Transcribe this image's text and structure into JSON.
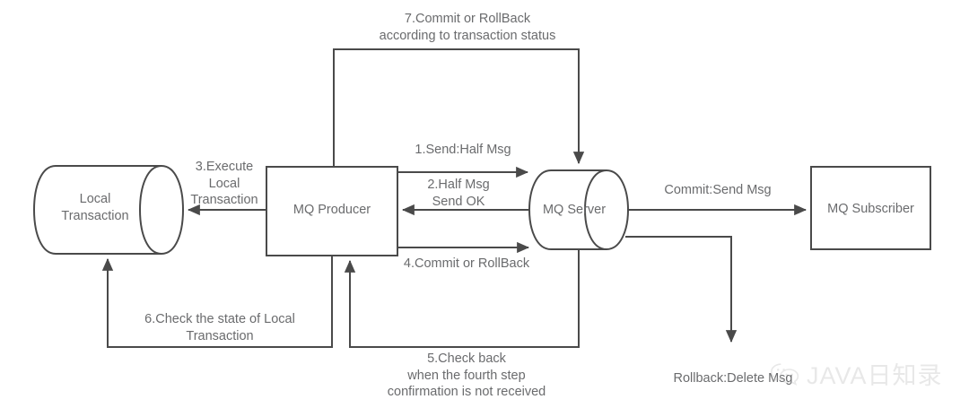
{
  "diagram": {
    "title": "RocketMQ Transaction Message Flow",
    "stroke_color": "#4a4a4a",
    "text_color": "#6a6b6d",
    "background": "#ffffff",
    "nodes": [
      {
        "id": "local-transaction",
        "label": "Local\nTransaction",
        "shape": "cylinder-horizontal"
      },
      {
        "id": "mq-producer",
        "label": "MQ Producer",
        "shape": "rectangle"
      },
      {
        "id": "mq-server",
        "label": "MQ Server",
        "shape": "cylinder-horizontal"
      },
      {
        "id": "mq-subscriber",
        "label": "MQ Subscriber",
        "shape": "rectangle"
      }
    ],
    "edges": [
      {
        "id": "edge-7",
        "label": "7.Commit or RollBack\naccording to transaction status",
        "from": "mq-producer",
        "to": "mq-server"
      },
      {
        "id": "edge-1",
        "label": "1.Send:Half Msg",
        "from": "mq-producer",
        "to": "mq-server"
      },
      {
        "id": "edge-2",
        "label": "2.Half Msg\nSend OK",
        "from": "mq-server",
        "to": "mq-producer"
      },
      {
        "id": "edge-3",
        "label": "3.Execute\nLocal\nTransaction",
        "from": "mq-producer",
        "to": "local-transaction"
      },
      {
        "id": "edge-4",
        "label": "4.Commit or RollBack",
        "from": "mq-producer",
        "to": "mq-server"
      },
      {
        "id": "edge-5",
        "label": "5.Check back\nwhen the fourth step\nconfirmation is not received",
        "from": "mq-server",
        "to": "mq-producer"
      },
      {
        "id": "edge-6",
        "label": "6.Check the state of Local\nTransaction",
        "from": "mq-producer",
        "to": "local-transaction"
      },
      {
        "id": "edge-commit",
        "label": "Commit:Send Msg",
        "from": "mq-server",
        "to": "mq-subscriber"
      },
      {
        "id": "edge-rollback",
        "label": "Rollback:Delete Msg",
        "from": "mq-server",
        "to": ""
      }
    ]
  },
  "watermark": {
    "text": "JAVA日知录",
    "icon": "wechat-icon"
  }
}
